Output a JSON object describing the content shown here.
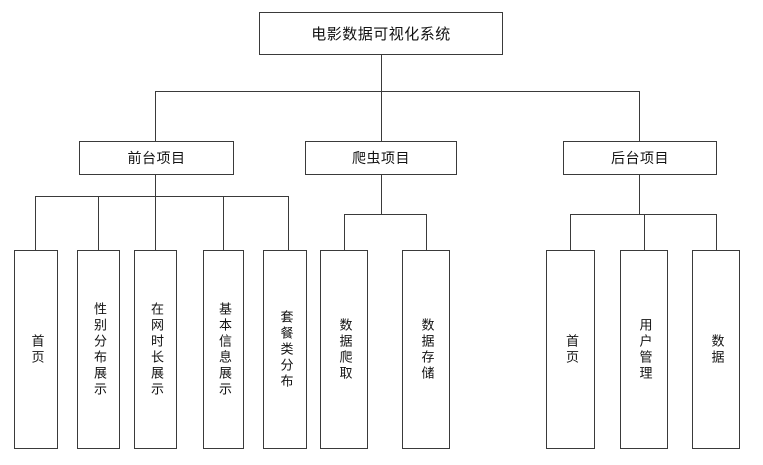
{
  "diagram": {
    "title": "电影数据可视化系统",
    "type": "organization-chart",
    "orientation": "top-down",
    "colors": {
      "background": "#ffffff",
      "box_border": "#3a3a3a",
      "connector": "#3a3a3a",
      "text": "#121212"
    },
    "root": {
      "label": "电影数据可视化系统"
    },
    "branches": [
      {
        "label": "前台项目",
        "children": [
          {
            "label": "首页"
          },
          {
            "label": "性别分布展示"
          },
          {
            "label": "在网时长展示"
          },
          {
            "label": "基本信息展示"
          },
          {
            "label": "套餐类分布"
          }
        ]
      },
      {
        "label": "爬虫项目",
        "children": [
          {
            "label": "数据爬取"
          },
          {
            "label": "数据存储"
          }
        ]
      },
      {
        "label": "后台项目",
        "children": [
          {
            "label": "首页"
          },
          {
            "label": "用户管理"
          },
          {
            "label": "数据"
          }
        ]
      }
    ]
  }
}
